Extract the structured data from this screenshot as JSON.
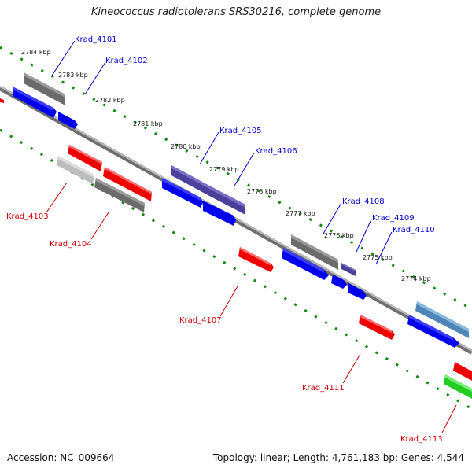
{
  "title": "Kineococcus radiotolerans SRS30216, complete genome",
  "footer": {
    "accession": "Accession: NC_009664",
    "topology": "Topology: linear; Length: 4,761,183 bp; Genes: 4,544"
  },
  "scale_labels": [
    "2784 kbp",
    "2783 kbp",
    "2782 kbp",
    "2781 kbp",
    "2780 kbp",
    "2779 kbp",
    "2778 kbp",
    "2777 kbp",
    "2776 kbp",
    "2775 kbp",
    "2774 kbp"
  ],
  "colors": {
    "backbone": "#8a8a8a",
    "dotted_track": "#118811",
    "gene_blue": "#0000ee",
    "gene_red": "#ee0000",
    "gene_gray": "#707070",
    "gene_light_gray": "#bdbdbd",
    "gene_purple": "#4a3f9a",
    "gene_steel": "#4f86b8",
    "gene_green": "#22cc22",
    "label_blue": "#0000cc",
    "label_red": "#cc0000"
  },
  "gene_labels": {
    "k4101": "Krad_4101",
    "k4102": "Krad_4102",
    "k4103": "Krad_4103",
    "k4104": "Krad_4104",
    "k4105": "Krad_4105",
    "k4106": "Krad_4106",
    "k4107": "Krad_4107",
    "k4108": "Krad_4108",
    "k4109": "Krad_4109",
    "k4110": "Krad_4110",
    "k4111": "Krad_4111",
    "k4113": "Krad_4113"
  }
}
